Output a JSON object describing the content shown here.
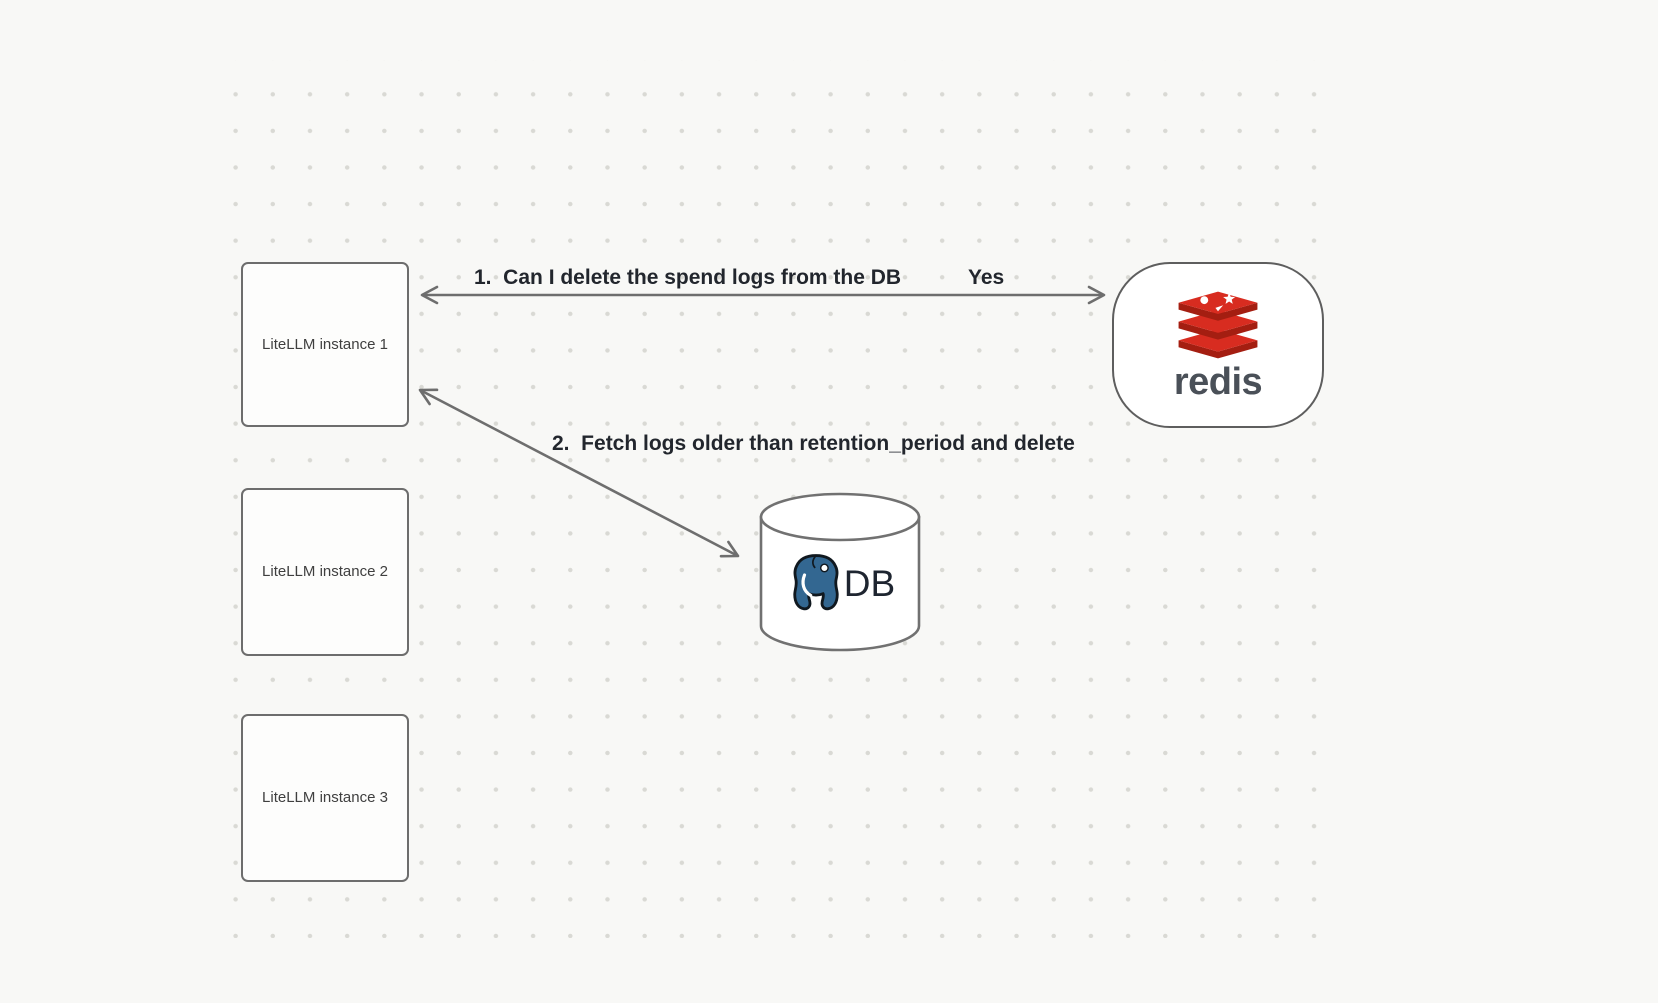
{
  "diagram": {
    "nodes": {
      "instance1": {
        "label": "LiteLLM instance 1"
      },
      "instance2": {
        "label": "LiteLLM instance 2"
      },
      "instance3": {
        "label": "LiteLLM instance 3"
      },
      "redis": {
        "label": "redis"
      },
      "db": {
        "label": "DB"
      }
    },
    "arrows": {
      "step1": {
        "label": "1.  Can I delete the spend logs from the DB",
        "response": "Yes"
      },
      "step2": {
        "label": "2.  Fetch logs older than retention_period and delete"
      }
    },
    "icons": {
      "redis": "redis-logo-icon",
      "postgres": "postgresql-elephant-icon",
      "database": "database-cylinder-icon"
    },
    "colors": {
      "redis_red": "#d82c20",
      "redis_dark_red": "#a41e11",
      "postgres_blue": "#336791",
      "arrow_gray": "#6e6e6e",
      "background": "#f8f8f6"
    }
  }
}
